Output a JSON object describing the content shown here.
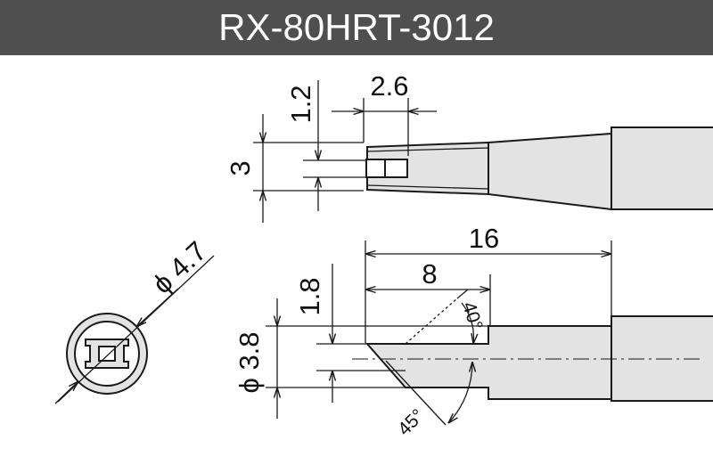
{
  "header": {
    "title": "RX-80HRT-3012"
  },
  "dimensions": {
    "top_gap": "1.2",
    "top_width": "2.6",
    "top_height": "3",
    "length_total": "16",
    "length_bevel": "8",
    "thickness": "1.8",
    "diameter_tip": "ϕ 3.8",
    "diameter_end": "ϕ 4.7",
    "angle_top": "40°",
    "angle_bottom": "45°"
  },
  "colors": {
    "header_bg": "#4f4f4f",
    "body_fill": "#e3e3e3",
    "line": "#1a1a1a"
  }
}
